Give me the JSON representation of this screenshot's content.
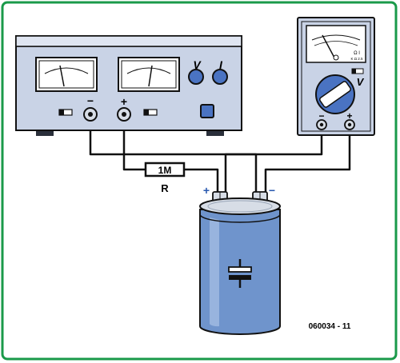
{
  "colors": {
    "frame_border": "#1a9a4a",
    "device_body": "#c9d3e6",
    "device_panel": "#d8e0ef",
    "meter_face": "#ffffff",
    "knob_blue": "#4a73c2",
    "capacitor_body": "#6f94cc",
    "capacitor_top": "#d7dde6",
    "wire": "#111111"
  },
  "power_supply": {
    "label_voltage": "V",
    "label_current": "I",
    "terminal_minus": "−",
    "terminal_plus": "+"
  },
  "multimeter": {
    "range_label": "V",
    "scale_text_1": "Ω  I",
    "scale_text_2": "K Ω 2.5",
    "terminal_minus": "−",
    "terminal_plus": "+"
  },
  "resistor": {
    "value": "1M",
    "name": "R"
  },
  "capacitor": {
    "terminal_plus": "+",
    "terminal_minus": "−"
  },
  "figure_id": "060034 - 11"
}
